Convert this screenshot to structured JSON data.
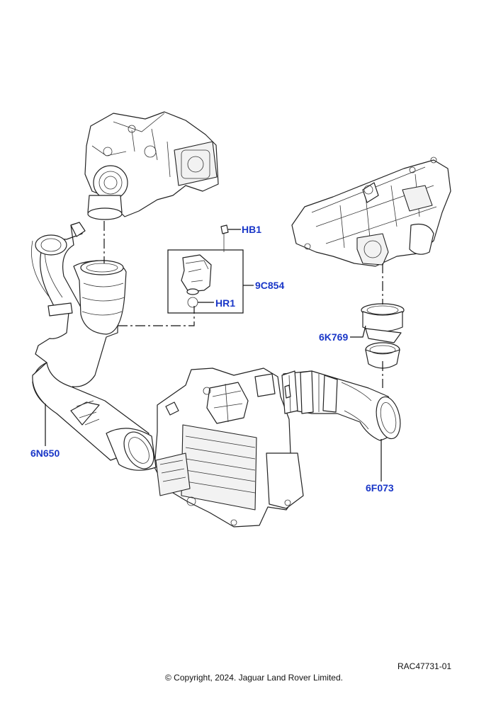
{
  "callouts": {
    "hb1": "HB1",
    "c9854": "9C854",
    "hr1": "HR1",
    "k6769": "6K769",
    "n6650": "6N650",
    "f6073": "6F073"
  },
  "footer": {
    "ref_code": "RAC47731-01",
    "copyright": "© Copyright, 2024. Jaguar Land Rover Limited."
  }
}
